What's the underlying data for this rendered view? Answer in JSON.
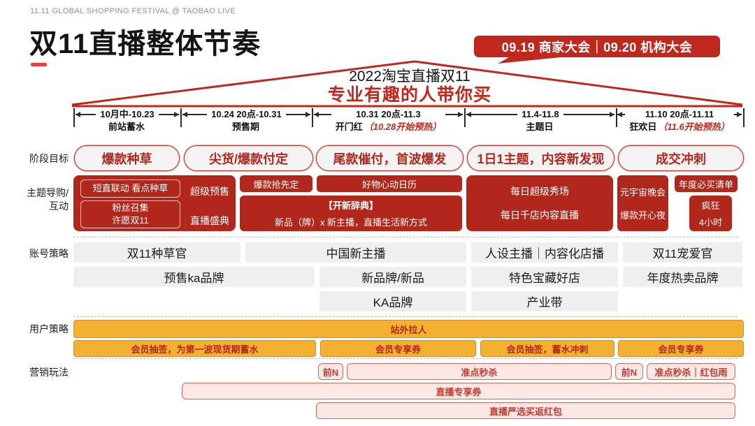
{
  "header": {
    "eyebrow": "11.11 GLOBAL SHOPPING FESTIVAL @ TAOBAO LIVE",
    "title": "双11直播整体节奏",
    "badge": "09.19 商家大会｜09.20 机构大会"
  },
  "banner": {
    "line1": "2022淘宝直播双11",
    "line2": "专业有趣的人带你买"
  },
  "timeline": {
    "phases": [
      {
        "dates": "10月中-10.23",
        "name": "前站蓄水",
        "note": ""
      },
      {
        "dates": "10.24 20点-10.31",
        "name": "预售期",
        "note": ""
      },
      {
        "dates": "10.31 20点-11.3",
        "name": "开门红",
        "note": "（10.28开始预热）"
      },
      {
        "dates": "11.4-11.8",
        "name": "主题日",
        "note": ""
      },
      {
        "dates": "11.10 20点-11.11",
        "name": "狂欢日",
        "note": "（11.6开始预热）"
      }
    ]
  },
  "stage_goals": {
    "label": "阶段目标",
    "pills": [
      "爆款种草",
      "尖货/爆款付定",
      "尾款催付，首波爆发",
      "1日1主题，内容新发现",
      "成交冲刺"
    ]
  },
  "theme_row": {
    "label_line1": "主题导购/",
    "label_line2": "互动",
    "presale": {
      "inner1": "短直联动 看点种草",
      "inner2_line1": "粉丝召集",
      "inner2_line2": "许愿双11",
      "right1": "超级预售",
      "right2": "直播盛典"
    },
    "grab": "爆款抢先定",
    "calendar": "好物心动日历",
    "dict_line1": "【开新辞典】",
    "dict_line2": "新品（牌）x 新主播，直播生活新方式",
    "daily_line1": "每日超级秀场",
    "daily_line2": "每日千店内容直播",
    "gala_line1": "元宇宙晚会",
    "gala_line2": "爆款开心夜",
    "must_buy": "年度必买清单",
    "crazy_line1": "疯狂",
    "crazy_line2": "4小时"
  },
  "account_row": {
    "label": "账号策略",
    "r1": [
      "双11种草官",
      "中国新主播",
      "人设主播｜内容化店播",
      "双11宠爱官"
    ],
    "r2": [
      "预售ka品牌",
      "新品牌/新品",
      "特色宝藏好店",
      "年度热卖品牌"
    ],
    "r3": [
      "KA品牌",
      "产业带"
    ]
  },
  "user_row": {
    "label": "用户策略",
    "bar": "站外拉人",
    "boxes": [
      "会员抽签，为第一波现货期蓄水",
      "会员专享券",
      "会员抽签，蓄水冲刺",
      "会员专享券"
    ]
  },
  "marketing_row": {
    "label": "营销玩法",
    "r1": [
      "前N",
      "准点秒杀",
      "前N",
      "准点秒杀｜红包雨"
    ],
    "r2": "直播专享券",
    "r3": "直播严选买返红包"
  },
  "colors": {
    "dark_red_box": "#B2271C",
    "accent_red": "#C0281E",
    "banner_red": "#C3271E",
    "underline_red": "#E8403C",
    "pill_text_red": "#B3271D",
    "orange_fill": "#F4B02F",
    "orange_border": "#D8873B",
    "pink_fill": "#FBE8E5",
    "pink_border": "#D0685C",
    "gray_box": "#EFEFEF"
  }
}
